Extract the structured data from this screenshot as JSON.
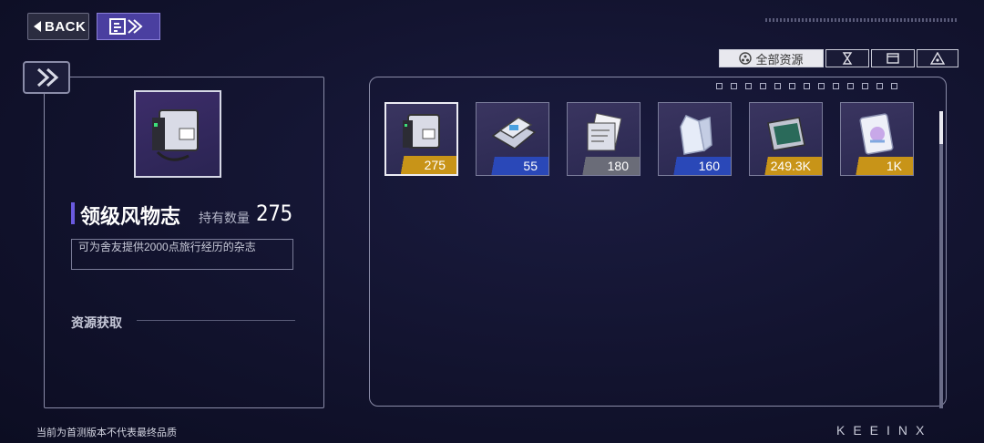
{
  "nav": {
    "back_label": "BACK"
  },
  "filters": {
    "all_label": "全部资源",
    "all_icon": "hub-icon",
    "tab2_icon": "hourglass-icon",
    "tab3_icon": "box-icon",
    "tab4_icon": "triangle-icon"
  },
  "detail": {
    "name": "领级风物志",
    "own_label": "持有数量",
    "own_count": "275",
    "description": "可为舍友提供2000点旅行经历的杂志",
    "source_title": "资源获取"
  },
  "items": [
    {
      "icon": "magazine-device-icon",
      "count": "275",
      "rarity": "gold",
      "selected": true
    },
    {
      "icon": "data-disk-icon",
      "count": "55",
      "rarity": "blue"
    },
    {
      "icon": "document-stack-icon",
      "count": "180",
      "rarity": "gray"
    },
    {
      "icon": "crystal-shard-icon",
      "count": "160",
      "rarity": "blue"
    },
    {
      "icon": "green-screen-icon",
      "count": "249.3K",
      "rarity": "gold"
    },
    {
      "icon": "holo-card-icon",
      "count": "1K",
      "rarity": "gold"
    }
  ],
  "footer": {
    "note": "当前为首测版本不代表最终品质",
    "brand": "KEEINX"
  },
  "colors": {
    "gold": "#c89418",
    "blue": "#2a48b8",
    "gray": "#6a6c78",
    "accent": "#6a5ae0"
  }
}
